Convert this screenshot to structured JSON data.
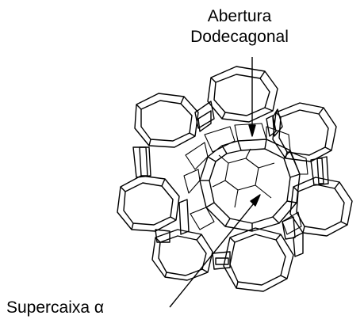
{
  "labels": {
    "opening_line1": "Abertura",
    "opening_line2": "Dodecagonal",
    "supercage": "Supercaixa α"
  }
}
